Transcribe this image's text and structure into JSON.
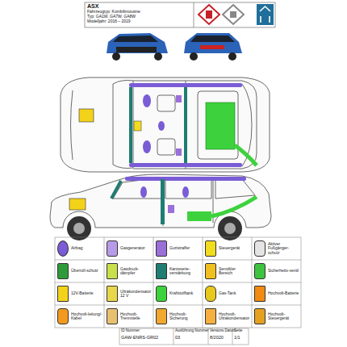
{
  "diagram": {
    "title": "ASX",
    "labels": [
      "Fahrzeugtyp: Kombilimousine",
      "Typ: GA1W, GA7W, GA8W",
      "Modelljahr: 2016 – 2019",
      "ID Nummer",
      "GAW-ENRS-GR02",
      "Ausführung Nummer",
      "03",
      "Versions Datum",
      "8/2020",
      "Seite",
      "1/1"
    ],
    "legend": [
      {
        "text": "Airbag",
        "color": "#7a5cd6"
      },
      {
        "text": "Gasgenerator",
        "color": "#b89be8"
      },
      {
        "text": "Gurtstraffer",
        "color": "#9b6fd8"
      },
      {
        "text": "Steuergerät",
        "color": "#f2dc1e"
      },
      {
        "text": "Aktiver Fußgänger-schutz",
        "color": "#e4e4e4"
      },
      {
        "text": "Überroll-schutz",
        "color": "#2f9a3a"
      },
      {
        "text": "Gasdruck-dämpfer",
        "color": "#c9e04a"
      },
      {
        "text": "Karosserie-verstärkung",
        "color": "#1f7d72"
      },
      {
        "text": "Sensibler Bereich",
        "color": "#f0c020"
      },
      {
        "text": "Sicherheits-ventil",
        "color": "#3ec33e"
      },
      {
        "text": "12V-Batterie",
        "color": "#f3d21a"
      },
      {
        "text": "Ultrakondensator 12 V",
        "color": "#e9d64a"
      },
      {
        "text": "Kraftstofftank",
        "color": "#3dd23d"
      },
      {
        "text": "Gas-Tank",
        "color": "#e6c91c"
      },
      {
        "text": "Hochvolt-Batterie",
        "color": "#f08a10"
      },
      {
        "text": "Hochvolt-leitung/-Kabel",
        "color": "#f39a1e"
      },
      {
        "text": "Hochvolt-Trennstelle",
        "color": "#e8c170"
      },
      {
        "text": "Hochvolt-Sicherung",
        "color": "#f0a830"
      },
      {
        "text": "Hochvolt-Ultrakondensator",
        "color": "#f5b040"
      },
      {
        "text": "Hochvolt-Steuergerät",
        "color": "#e6a020"
      }
    ]
  }
}
